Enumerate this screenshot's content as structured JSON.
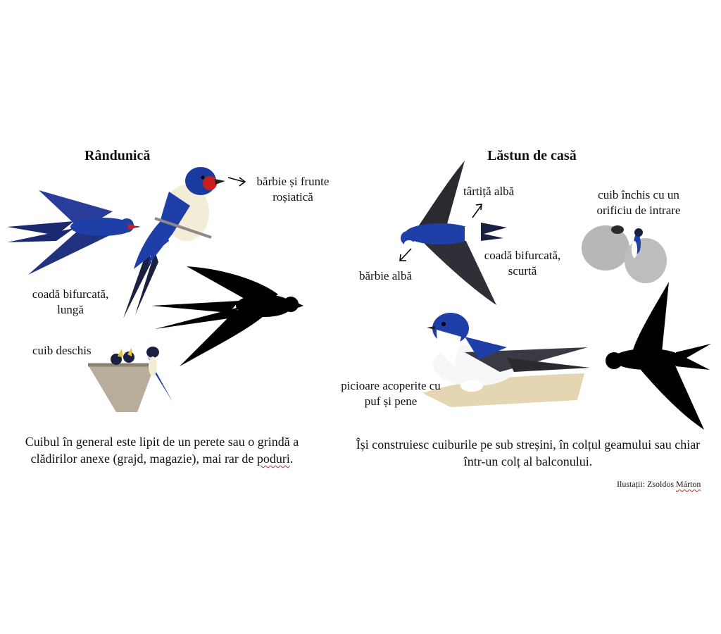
{
  "left": {
    "title": "Rândunică",
    "labels": {
      "chin": "bărbie și frunte roșiatică",
      "tail": "coadă bifurcată, lungă",
      "nest": "cuib deschis"
    },
    "caption": {
      "text": "Cuibul în general este lipit  de un perete sau o grindă a clădirilor anexe (grajd, magazie), mai rar de ",
      "underlined": "poduri",
      "end": "."
    }
  },
  "right": {
    "title": "Lăstun de casă",
    "labels": {
      "rump": "târtiță albă",
      "nest": "cuib închis cu un orificiu de intrare",
      "chin": "bărbie albă",
      "tail": "coadă bifurcată, scurtă",
      "legs": "picioare acoperite cu puf și pene"
    },
    "caption": "Își construiesc cuiburile pe sub streșini, în colțul geamului sau chiar într-un colț al balconului."
  },
  "credit": {
    "prefix": "Ilustații: Zsoldos ",
    "underlined": "Márton"
  },
  "colors": {
    "plumage_blue": "#1f3fa8",
    "wing_dark": "#1a2140",
    "throat_red": "#c81e1e",
    "belly_cream": "#f3ecd6",
    "nest_mud": "#b7ad9a",
    "silhouette": "#000000"
  }
}
